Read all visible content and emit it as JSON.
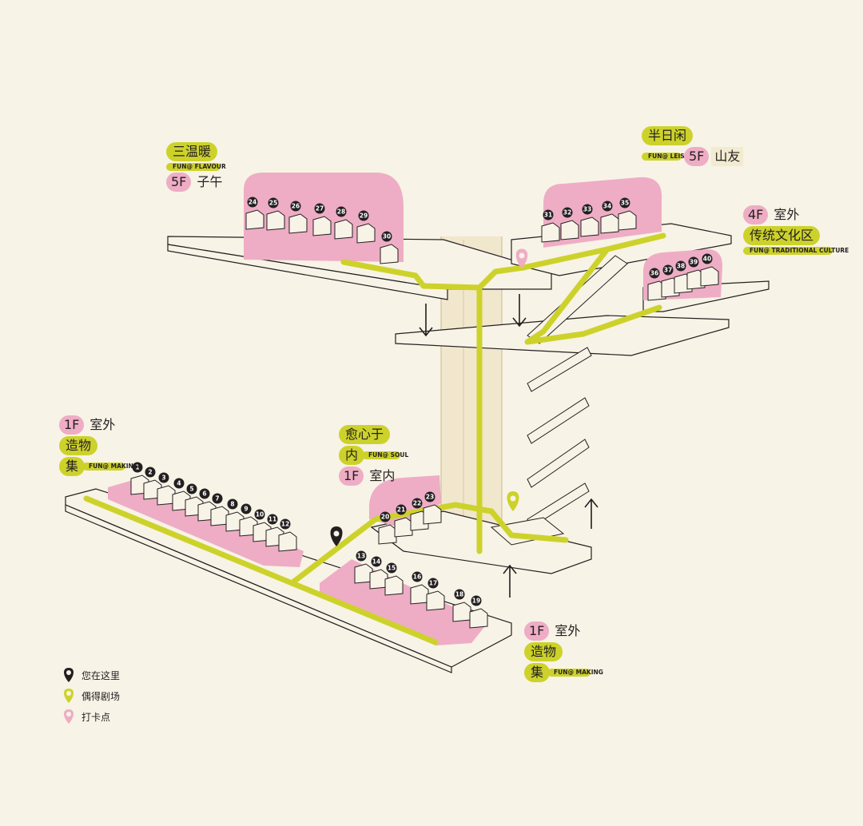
{
  "colors": {
    "background": "#f7f3e6",
    "path": "#cdd22b",
    "zone": "#eeadc5",
    "line": "#231f20"
  },
  "areas": {
    "flavour": {
      "title": "三温暖",
      "sub": "FUN@ FLAVOUR",
      "floor": "5F",
      "place": "子午"
    },
    "leisure": {
      "title": "半日闲",
      "sub": "FUN@ LEISURE",
      "floor": "5F",
      "place": "山友"
    },
    "traditional": {
      "floor": "4F",
      "place": "室外",
      "title": "传统文化区",
      "sub": "FUN@ TRADITIONAL CULTURE"
    },
    "making_left": {
      "floor": "1F",
      "place": "室外",
      "title": "造物",
      "title2": "集",
      "sub": "FUN@ MAKING"
    },
    "soul": {
      "title": "愈心于",
      "title2": "内",
      "sub": "FUN@ SOUL",
      "floor": "1F",
      "place": "室内"
    },
    "making_bottom": {
      "floor": "1F",
      "place": "室外",
      "title": "造物",
      "title2": "集",
      "sub": "FUN@ MAKING"
    }
  },
  "stalls": [
    "1",
    "2",
    "3",
    "4",
    "5",
    "6",
    "7",
    "8",
    "9",
    "10",
    "11",
    "12",
    "13",
    "14",
    "15",
    "16",
    "17",
    "18",
    "19",
    "20",
    "21",
    "22",
    "23",
    "24",
    "25",
    "26",
    "27",
    "28",
    "29",
    "30",
    "31",
    "32",
    "33",
    "34",
    "35",
    "36",
    "37",
    "38",
    "39",
    "40"
  ],
  "legend": [
    {
      "icon": "pin-black-icon",
      "label": "您在这里"
    },
    {
      "icon": "pin-yellow-icon",
      "label": "偶得剧场"
    },
    {
      "icon": "pin-pink-icon",
      "label": "打卡点"
    }
  ]
}
